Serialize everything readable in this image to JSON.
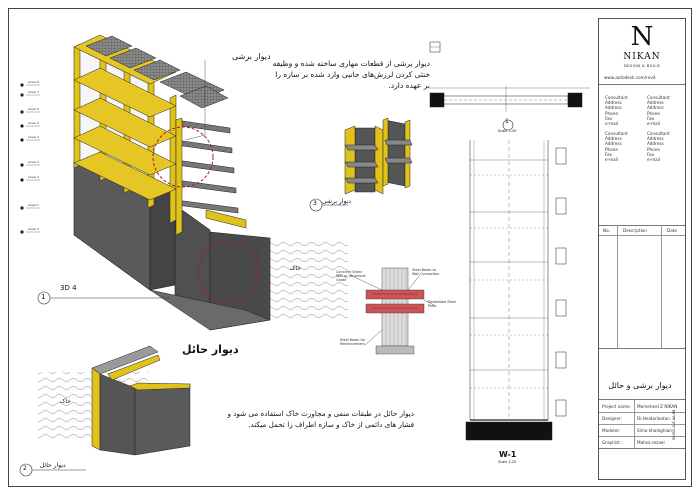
{
  "brand": {
    "logo_letter": "N",
    "name": "NIKAN",
    "tagline": "DESIGN & BUILD",
    "website": "www.autodesk.com/revit"
  },
  "contacts": [
    {
      "lines": [
        "Consultant",
        "Address",
        "Address",
        "Phone",
        "Fax",
        "e-mail"
      ]
    },
    {
      "lines": [
        "Consultant",
        "Address",
        "Address",
        "Phone",
        "Fax",
        "e-mail"
      ]
    },
    {
      "lines": [
        "Consultant",
        "Address",
        "Address",
        "Phone",
        "Fax",
        "e-mail"
      ]
    },
    {
      "lines": [
        "Consultant",
        "Address",
        "Address",
        "Phone",
        "Fax",
        "e-mail"
      ]
    }
  ],
  "revision_table": {
    "headers": [
      "No.",
      "Description",
      "Date"
    ]
  },
  "sheet_title": "دیوار برشی و حائل",
  "project_info": [
    {
      "label": "Project name:",
      "value": "Memeheel Z NIKAN"
    },
    {
      "label": "Designer:",
      "value": "Dr.Heidarlootan"
    },
    {
      "label": "Modeler:",
      "value": "Sima khaleghian"
    },
    {
      "label": "Graphist :",
      "value": "Mahsa rezaei"
    }
  ],
  "sheet_number": "S0000-A-E-4A-88",
  "views": {
    "view_3d": {
      "number": "1",
      "title": "3D 4"
    },
    "view_retaining": {
      "number": "2",
      "title": "دیوار حائل"
    },
    "view_shear": {
      "number": "3",
      "title": "دیوار برشی"
    },
    "plan_section": {
      "number": "1",
      "scale": "Scale 1:20"
    },
    "elevation": {
      "title": "W-1",
      "scale": "Scale 1:20"
    }
  },
  "labels": {
    "shear_wall_heading": "دیوار برشی",
    "retaining_wall_heading": "دیوار حائل",
    "soil_label_1": "خاک",
    "soil_label_2": "خاک"
  },
  "descriptions": {
    "shear_wall_text": "دیوار برشی از قطعات مهاری ساخته شده و وظیفه خنثی کردن لرزش‌های جانبی وارد شده بر سازه را بر عهده دارد.",
    "retaining_wall_text": "دیوار حائل در طبقات منفی و مجاورت خاک استفاده می شود و فشار های دائمی از خاک و سازه اطراف را تحمل میکند."
  },
  "detail_notes": [
    "Concrete Shear Wall or Structural Grade",
    "Steel Beam to Wall Connection",
    "Embedded Steel Plate",
    "Steel Beam for Reinforcement"
  ],
  "level_marks": [
    "Level 8",
    "Level 7",
    "Level 6",
    "Level 5",
    "Level 4",
    "Level 3",
    "Level 2",
    "Level 1",
    "Level 0"
  ]
}
